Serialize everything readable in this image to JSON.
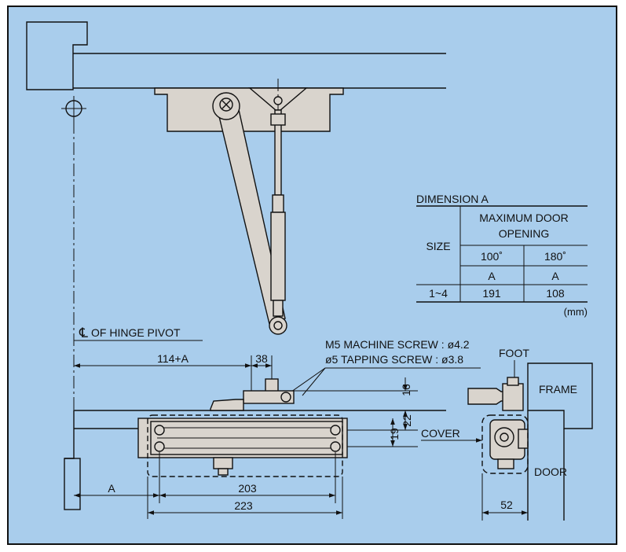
{
  "colors": {
    "background": "#a9cdec",
    "part_fill": "#d9d4cd",
    "line": "#111111"
  },
  "labels": {
    "hinge_pivot": "OF HINGE PIVOT",
    "centerline_symbol": "℄",
    "screw_m5": "M5 MACHINE SCREW : ø4.2",
    "screw_tapping": "ø5 TAPPING SCREW : ø3.8",
    "foot": "FOOT",
    "frame": "FRAME",
    "cover": "COVER",
    "door": "DOOR"
  },
  "dimensions": {
    "d_114a": "114+A",
    "d_38": "38",
    "d_16": "16",
    "d_22": "22",
    "d_19": "19",
    "d_a": "A",
    "d_203": "203",
    "d_223": "223",
    "d_52": "52"
  },
  "table": {
    "title": "DIMENSION A",
    "size_header": "SIZE",
    "group_header_line1": "MAXIMUM DOOR",
    "group_header_line2": "OPENING",
    "col_100": "100˚",
    "col_180": "180˚",
    "sub_100": "A",
    "sub_180": "A",
    "row_size": "1~4",
    "row_100": "191",
    "row_180": "108",
    "unit": "(mm)"
  }
}
